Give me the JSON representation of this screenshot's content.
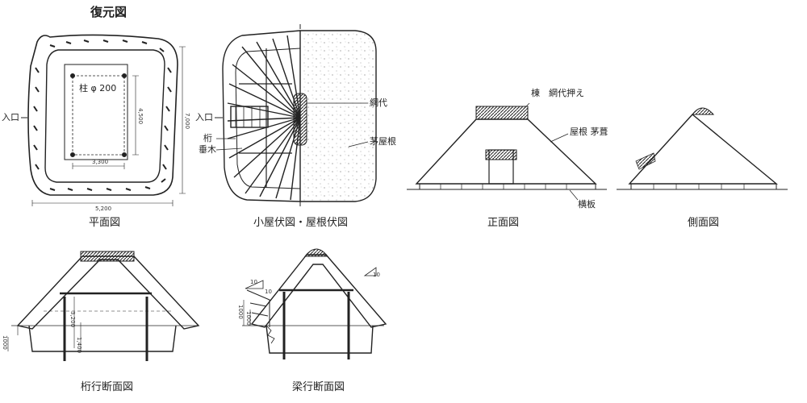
{
  "title": "復元図",
  "captions": {
    "plan": "平面図",
    "roof_frame": "小屋伏図・屋根伏図",
    "front": "正面図",
    "side": "側面図",
    "beam_section": "桁行断面図",
    "cross_section": "梁行断面図"
  },
  "plan_labels": {
    "entrance": "入口",
    "pillar": "柱 φ 200",
    "dim_inner": "3,300",
    "dim_outer": "5,200",
    "dim_depth_inner": "4,500",
    "dim_depth_outer": "7,000"
  },
  "frame_labels": {
    "entrance": "入口",
    "purlin": "桁",
    "rafter": "垂木",
    "net": "網代",
    "thatch": "茅屋根"
  },
  "front_labels": {
    "ridge": "棟　網代押え",
    "roof": "屋根 茅葺",
    "board": "横板"
  },
  "section_dims": {
    "d1000": "1000",
    "d3200": "3,200",
    "d1400": "1,400",
    "d1000b": "1000",
    "d1000c": "1000",
    "d10a": "10",
    "d10b": "10",
    "d10c": "10"
  }
}
